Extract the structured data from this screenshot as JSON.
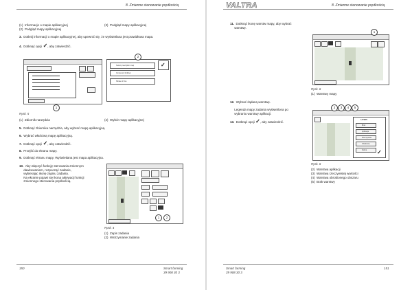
{
  "header": {
    "chapter": "8. Zmienne stanowanie prędkością",
    "logo": "VALTRA"
  },
  "left": {
    "legend_top": [
      {
        "n": "(1)",
        "text": "Informacje o mapie aplikacyjnej"
      },
      {
        "n": "(2)",
        "text": "Podgląd mapy aplikacyjnej"
      },
      {
        "n": "(3)",
        "text": "Podgląd mapy aplikacyjnej"
      }
    ],
    "step3": {
      "num": "3.",
      "text": "Dotknij informacji o mapie aplikacyjnej, aby upewnić się, że wyświetlana jest prawidłowa mapa."
    },
    "step4": {
      "num": "4.",
      "text_a": "Dotknąć opcji",
      "text_b": ", aby zatwierdzić."
    },
    "fig5": {
      "panel_title": "Select prescription map",
      "panel_items": [
        "Compound fertiliser",
        "Nitrate of lime"
      ],
      "callouts": [
        "1",
        "2"
      ],
      "caption": "Rysk. 5",
      "legend": [
        {
          "n": "(1)",
          "text": "Zbiornik narzędzia"
        },
        {
          "n": "(2)",
          "text": "Wybór mapy aplikacyjnej"
        }
      ]
    },
    "step5": {
      "num": "5.",
      "text": "Dotknąć zbiornika narzędzia, aby wybrać mapę aplikacyjną."
    },
    "step6": {
      "num": "6.",
      "text": "Wybrać właściwą mapę aplikacyjną."
    },
    "step7": {
      "num": "7.",
      "text_a": "Dotknąć opcji",
      "text_b": ", aby zatwierdzić."
    },
    "step8": {
      "num": "8.",
      "text": "Przejść do ekranu mapy."
    },
    "step9": {
      "num": "9.",
      "text": "Dotknąć ekranu mapy. Wyświetlana jest mapa aplikacyjna."
    },
    "step10": {
      "num": "10.",
      "lines": [
        "Aby włączyć funkcję sterowania zmiennym",
        "dawkowaniem, rozpocząć zadanie,",
        "wybierając ikonę zapisu zadania.",
        "Na ekranie pojawi się ikona aktywacji funkcji",
        "zmiennego sterowania prędkością."
      ]
    },
    "fig4": {
      "caption": "Rysk. 4",
      "callouts": [
        "1",
        "2"
      ],
      "legend": [
        {
          "n": "(1)",
          "text": "Zapis zadania"
        },
        {
          "n": "(2)",
          "text": "Wstrzymanie zadania"
        }
      ]
    },
    "footer": {
      "page": "150",
      "title": "Smart farming",
      "code": "39 908 30 3"
    }
  },
  "right": {
    "step11": {
      "num": "11.",
      "lines": [
        "Dotknąć ikonę warstw mapy, aby wybrać",
        "warstwę."
      ]
    },
    "fig6": {
      "caption": "Rysk. 6",
      "callouts": [
        "1"
      ],
      "legend": [
        {
          "n": "(1)",
          "text": "Warstwy mapy"
        }
      ]
    },
    "step12": {
      "num": "12.",
      "lines": [
        "Wybrać żądaną warstwę.",
        "Legenda mapy zadania wyświetlona po",
        "wybraniu warstwy aplikacji."
      ]
    },
    "step13": {
      "num": "13.",
      "text_a": "Dotknąć opcji",
      "text_b": ", aby zatwierdzić."
    },
    "fig7": {
      "caption": "Rysk. 6",
      "callouts": [
        "2",
        "3",
        "4",
        "5"
      ],
      "layers_title": "LAYERS",
      "layers": [
        "Brak",
        "Aplikacja",
        "Rzeczywista",
        "Obrobione",
        "Żadna"
      ],
      "legend": [
        {
          "n": "(2)",
          "text": "Warstwa aplikacji"
        },
        {
          "n": "(3)",
          "text": "Warstwa rzeczywistej wartości"
        },
        {
          "n": "(4)",
          "text": "Warstwa obrobionego obszaru"
        },
        {
          "n": "(5)",
          "text": "Brak warstwy"
        }
      ]
    },
    "footer": {
      "page": "151",
      "title": "Smart farming",
      "code": "39 908 30 3"
    }
  },
  "icons": {
    "confirm": "checkmark-icon"
  }
}
